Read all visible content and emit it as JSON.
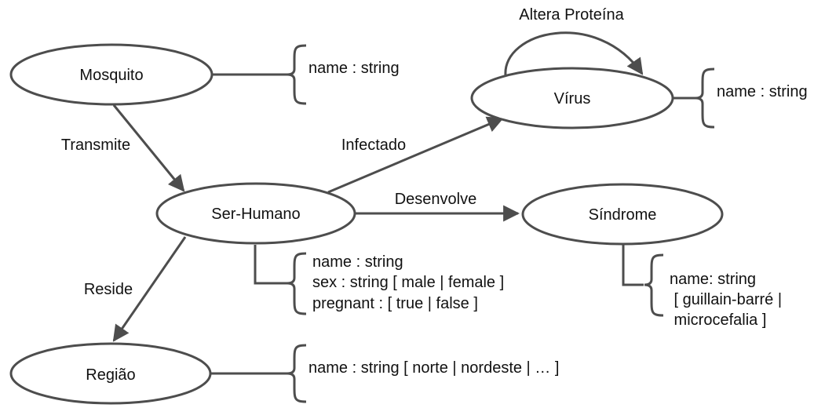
{
  "colors": {
    "stroke": "#4d4d4d",
    "text": "#111111",
    "background": "#ffffff"
  },
  "nodes": {
    "mosquito": "Mosquito",
    "virus": "Vírus",
    "ser_humano": "Ser-Humano",
    "sindrome": "Síndrome",
    "regiao": "Região"
  },
  "edges": {
    "transmite": "Transmite",
    "infectado": "Infectado",
    "desenvolve": "Desenvolve",
    "reside": "Reside",
    "altera_proteina": "Altera Proteína"
  },
  "attributes": {
    "mosquito": [
      "name : string"
    ],
    "virus": [
      "name : string"
    ],
    "ser_humano": [
      "name : string",
      "sex : string [ male | female ]",
      "pregnant : [ true | false ]"
    ],
    "sindrome": [
      "name: string",
      " [ guillain-barré |",
      " microcefalia ]"
    ],
    "regiao": [
      "name : string [ norte | nordeste | … ]"
    ]
  }
}
